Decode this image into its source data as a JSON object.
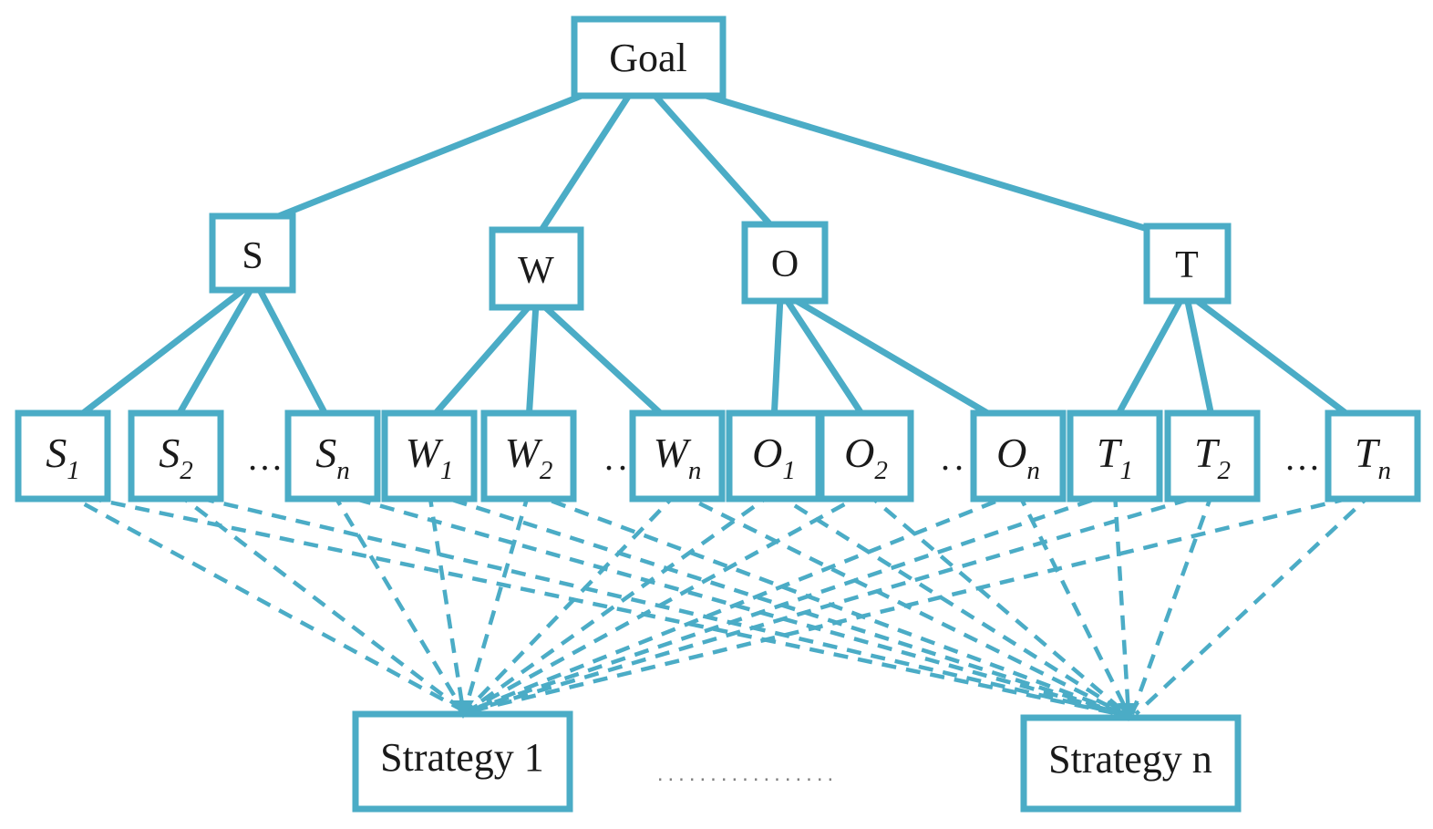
{
  "diagram": {
    "goal": {
      "label": "Goal"
    },
    "categories": [
      {
        "label": "S"
      },
      {
        "label": "W"
      },
      {
        "label": "O"
      },
      {
        "label": "T"
      }
    ],
    "leaves": [
      {
        "base": "S",
        "sub": "1"
      },
      {
        "base": "S",
        "sub": "2"
      },
      {
        "base": "S",
        "sub": "n"
      },
      {
        "base": "W",
        "sub": "1"
      },
      {
        "base": "W",
        "sub": "2"
      },
      {
        "base": "W",
        "sub": "n"
      },
      {
        "base": "O",
        "sub": "1"
      },
      {
        "base": "O",
        "sub": "2"
      },
      {
        "base": "O",
        "sub": "n"
      },
      {
        "base": "T",
        "sub": "1"
      },
      {
        "base": "T",
        "sub": "2"
      },
      {
        "base": "T",
        "sub": "n"
      }
    ],
    "ellipses": {
      "s": "…",
      "w": "..",
      "o": "..",
      "t": "…"
    },
    "strategies": [
      {
        "label": "Strategy 1"
      },
      {
        "label": "Strategy n"
      }
    ],
    "strategies_separator": ".................",
    "colors": {
      "accent": "#4BACC6",
      "text": "#1a1a1a",
      "separator_dots": "#7f7f7f",
      "background": "#ffffff"
    }
  }
}
